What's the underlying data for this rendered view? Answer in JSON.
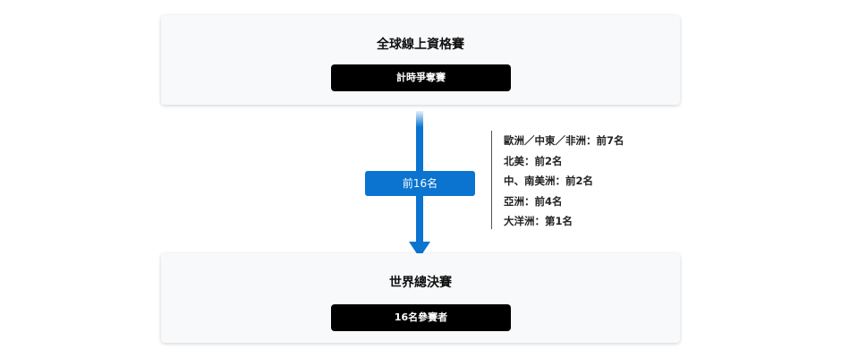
{
  "top_card": {
    "title": "全球線上資格賽",
    "label": "計時爭奪賽"
  },
  "arrow": {
    "label": "前16名",
    "color": "#0a74d0"
  },
  "regions": [
    "歐洲／中東／非洲：前7名",
    "北美：前2名",
    "中、南美洲：前2名",
    "亞洲：前4名",
    "大洋洲：第1名"
  ],
  "bottom_card": {
    "title": "世界總決賽",
    "label": "16名參賽者"
  }
}
